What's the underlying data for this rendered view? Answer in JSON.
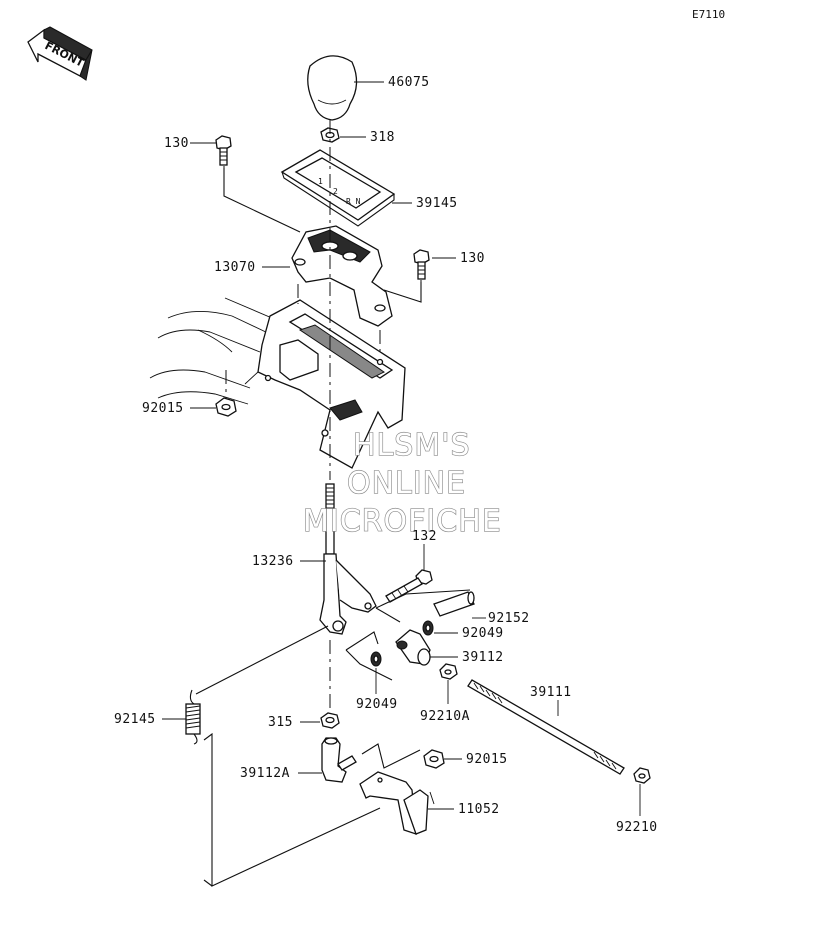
{
  "diagram_code": "E7110",
  "front_label": "FRONT",
  "watermark": [
    "HLSM'S",
    "ONLINE",
    "MICROFICHE"
  ],
  "parts": {
    "knob": "46075",
    "nut_318": "318",
    "bolt_130_left": "130",
    "shift_plate": "39145",
    "bolt_130_right": "130",
    "shift_guide": "13070",
    "nut_92015_upper": "92015",
    "bolt_132": "132",
    "lever": "13236",
    "pin": "92152",
    "washer_92049_right": "92049",
    "joint": "39112",
    "rod": "39111",
    "washer_92049_left": "92049",
    "nut_92210A": "92210A",
    "spring": "92145",
    "nut_315": "315",
    "nut_92015_lower": "92015",
    "joint_a": "39112A",
    "bracket": "11052",
    "nut_92210": "92210"
  }
}
